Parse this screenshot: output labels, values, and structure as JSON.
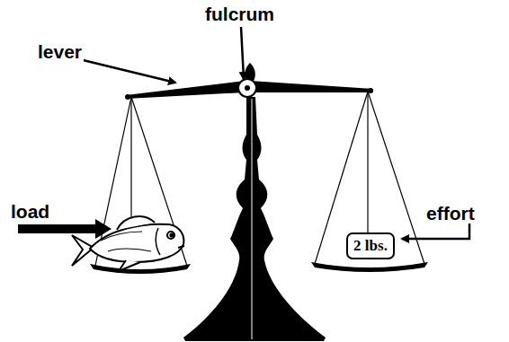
{
  "diagram": {
    "nodes": [
      {
        "text": [
          "2 lbs."
        ]
      }
    ],
    "labels": [
      "fulcrum",
      "lever",
      "load",
      "effort"
    ]
  }
}
